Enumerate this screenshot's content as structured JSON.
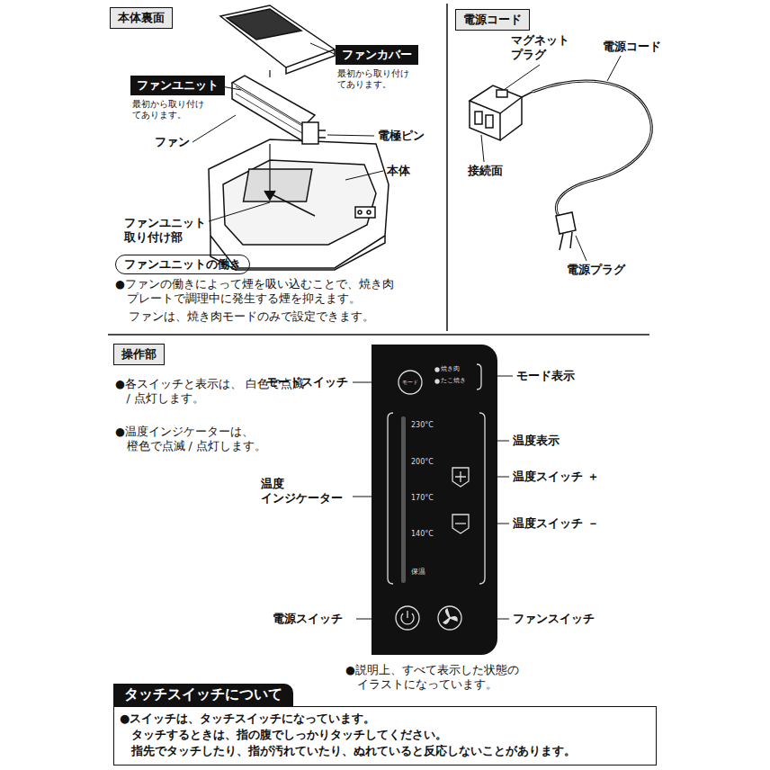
{
  "diagram": {
    "nodes": [
      {
        "text": [
          "本体裏面"
        ]
      },
      {
        "text": [
          "ファンカバー",
          "最初から取り付けてあります。"
        ]
      },
      {
        "text": [
          "ファンユニット",
          "最初から取り付けてあります。"
        ]
      },
      {
        "text": [
          "電源コード"
        ]
      },
      {
        "text": [
          "ファンユニットの働き"
        ]
      },
      {
        "text": [
          "操作部"
        ]
      },
      {
        "text": [
          "焼き肉",
          "たこ焼き",
          "230°C",
          "200°C",
          "170°C",
          "140°C",
          "保温"
        ]
      },
      {
        "text": [
          "モード"
        ],
        "in": 6
      },
      {
        "text": [
          "タッチスイッチについて",
          "●スイッチは、タッチスイッチになっています。",
          "タッチするときは、指の腹でしっかりタッチしてください。",
          "指先でタッチしたり、指が汚れていたり、ぬれていると反応しないことがあります。"
        ]
      }
    ],
    "labels": [
      "ファン",
      "電極ピン",
      "本体",
      "ファンユニット 取り付け部",
      "●ファンの働きによって煙を吸い込むことで、焼き肉 プレートで調理中に発生する煙を抑えます。",
      "ファンは、焼き肉モードのみで設定できます。",
      "マグネット プラグ",
      "電源コード",
      "接続面",
      "電源プラグ",
      "●各スイッチと表示は、 白色で点滅 / 点灯します。",
      "●温度インジケーターは、 橙色で点滅 / 点灯します。",
      "モードスイッチ",
      "モード表示",
      "温度表示",
      "温度スイッチ ＋",
      "温度スイッチ －",
      "温度 インジケーター",
      "電源スイッチ",
      "ファンスイッチ",
      "●説明上、すべて表示した状態の イラストになっています。"
    ]
  }
}
